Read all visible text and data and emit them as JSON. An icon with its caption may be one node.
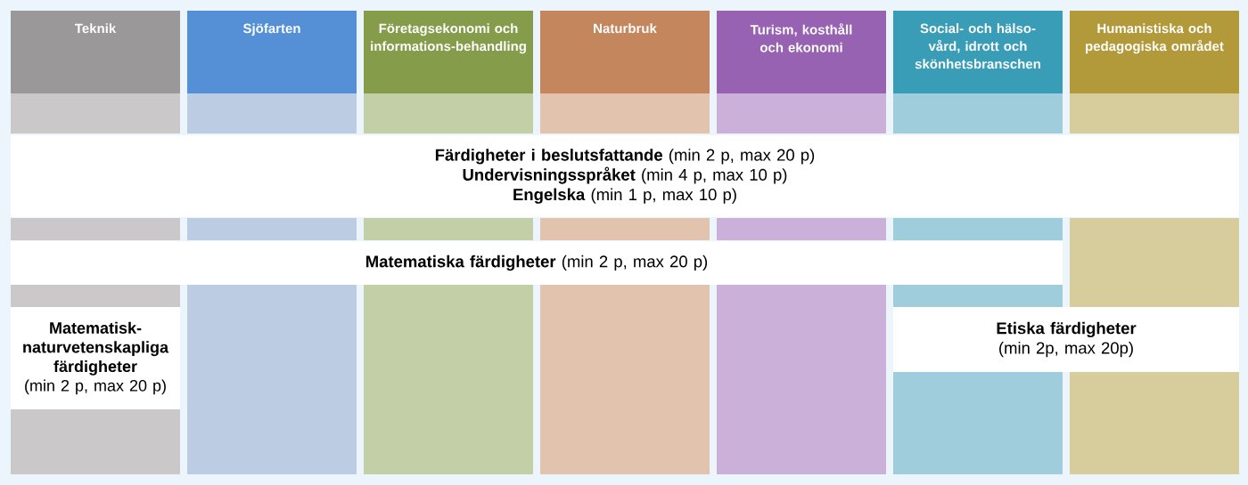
{
  "diagram": {
    "nodes": [
      {
        "text": [
          "Teknik"
        ]
      },
      {
        "text": [
          "Sjöfarten"
        ]
      },
      {
        "text": [
          "Företagsekonomi och informations-behandling"
        ]
      },
      {
        "text": [
          "Naturbruk"
        ]
      },
      {
        "text": [
          "Turism, kosthåll och ekonomi"
        ]
      },
      {
        "text": [
          "Social- och hälso-vård, idrott och skönhetsbranschen"
        ]
      },
      {
        "text": [
          "Humanistiska och pedagogiska området"
        ]
      },
      {
        "text": [
          "**Färdigheter i beslutsfattande** (min 2 p, max 20 p)",
          "**Undervisningsspråket** (min 4 p, max 10 p)",
          "**Engelska** (min 1 p, max 10 p)"
        ]
      },
      {
        "text": [
          "**Matematiska färdigheter** (min 2 p, max 20 p)"
        ]
      },
      {
        "text": [
          "Matematisk-naturvetenskapliga färdigheter",
          "(min 2 p, max 20 p)"
        ]
      },
      {
        "text": [
          "Etiska färdigheter",
          "(min 2p, max 20p)"
        ]
      }
    ]
  }
}
